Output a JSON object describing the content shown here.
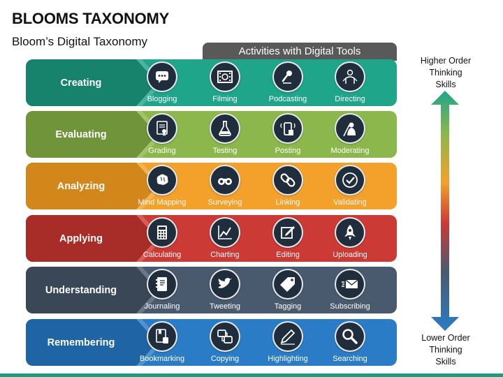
{
  "title": "BLOOMS TAXONOMY",
  "subtitle": "Bloom’s Digital Taxonomy",
  "header": "Activities with Digital Tools",
  "scale": {
    "top": [
      "Higher Order",
      "Thinking",
      "Skills"
    ],
    "bottom": [
      "Lower Order",
      "Thinking",
      "Skills"
    ]
  },
  "rows": [
    {
      "label": "Creating",
      "color": "#1fa58a",
      "dark": "#18836d",
      "tools": [
        {
          "label": "Blogging",
          "icon": "chat-bubble-icon"
        },
        {
          "label": "Filming",
          "icon": "film-icon"
        },
        {
          "label": "Podcasting",
          "icon": "microphone-icon"
        },
        {
          "label": "Directing",
          "icon": "director-icon"
        }
      ]
    },
    {
      "label": "Evaluating",
      "color": "#8cb74c",
      "dark": "#6f9439",
      "tools": [
        {
          "label": "Grading",
          "icon": "certificate-icon"
        },
        {
          "label": "Testing",
          "icon": "flask-icon"
        },
        {
          "label": "Posting",
          "icon": "phone-post-icon"
        },
        {
          "label": "Moderating",
          "icon": "moderator-icon"
        }
      ]
    },
    {
      "label": "Analyzing",
      "color": "#f3a12b",
      "dark": "#d3861a",
      "tools": [
        {
          "label": "Mind Mapping",
          "icon": "brain-icon"
        },
        {
          "label": "Surveying",
          "icon": "binoculars-icon"
        },
        {
          "label": "Linking",
          "icon": "chain-link-icon"
        },
        {
          "label": "Validating",
          "icon": "checkmark-icon"
        }
      ]
    },
    {
      "label": "Applying",
      "color": "#cc3a36",
      "dark": "#a82c28",
      "tools": [
        {
          "label": "Calculating",
          "icon": "calculator-icon"
        },
        {
          "label": "Charting",
          "icon": "line-chart-icon"
        },
        {
          "label": "Editing",
          "icon": "edit-icon"
        },
        {
          "label": "Uploading",
          "icon": "rocket-icon"
        }
      ]
    },
    {
      "label": "Understanding",
      "color": "#4a5a6e",
      "dark": "#394757",
      "tools": [
        {
          "label": "Journaling",
          "icon": "journal-icon"
        },
        {
          "label": "Tweeting",
          "icon": "bird-icon"
        },
        {
          "label": "Tagging",
          "icon": "tag-icon"
        },
        {
          "label": "Subscribing",
          "icon": "envelope-icon"
        }
      ]
    },
    {
      "label": "Remembering",
      "color": "#2a7cc7",
      "dark": "#1f64a4",
      "tools": [
        {
          "label": "Bookmarking",
          "icon": "bookmark-icon"
        },
        {
          "label": "Copying",
          "icon": "copy-icon"
        },
        {
          "label": "Highlighting",
          "icon": "pencil-icon"
        },
        {
          "label": "Searching",
          "icon": "magnifier-icon"
        }
      ]
    }
  ]
}
